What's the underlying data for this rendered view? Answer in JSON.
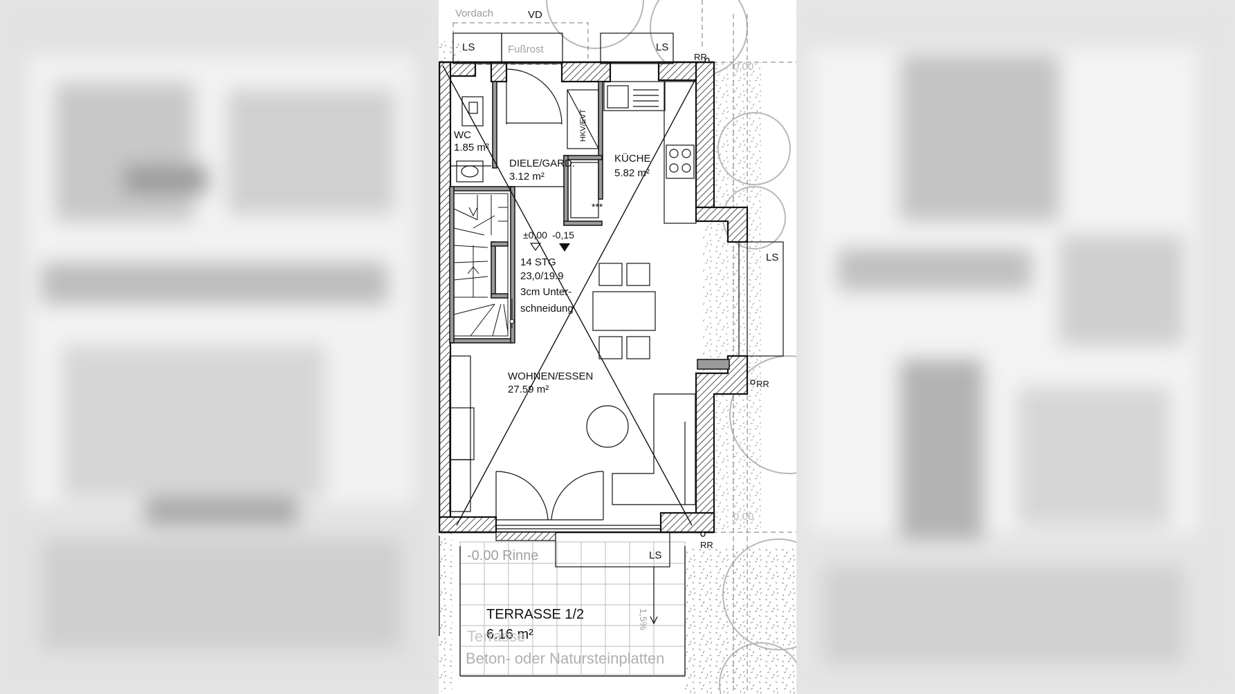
{
  "plan": {
    "rooms": {
      "wc": {
        "name": "WC",
        "area": "1.85 m²"
      },
      "diele": {
        "name": "DIELE/GARD.",
        "area": "3.12 m²"
      },
      "kueche": {
        "name": "KÜCHE",
        "area": "5.82 m²"
      },
      "wohnen": {
        "name": "WOHNEN/ESSEN",
        "area": "27.59 m²"
      },
      "terrasse": {
        "name": "TERRASSE 1/2",
        "area": "6.16 m²"
      }
    },
    "stairs": {
      "count": "14 STG",
      "ratio": "23,0/19.9",
      "note1": "3cm Unter-",
      "note2": "schneidung"
    },
    "levels": {
      "main": "±0,00",
      "step": "-0,15",
      "gutter": "-0.00 Rinne",
      "right_top": "0,00",
      "right_bottom": "0,00"
    },
    "labels": {
      "vordach": "Vordach",
      "vd": "VD",
      "ls": "LS",
      "fussrost": "Fußrost",
      "rr": "RR",
      "hkv": "HKV/EVT",
      "stars": "***",
      "slope": "1,5%",
      "terrace_ghost": "Terrasse",
      "paving": "Beton- oder Natursteinplatten"
    }
  }
}
